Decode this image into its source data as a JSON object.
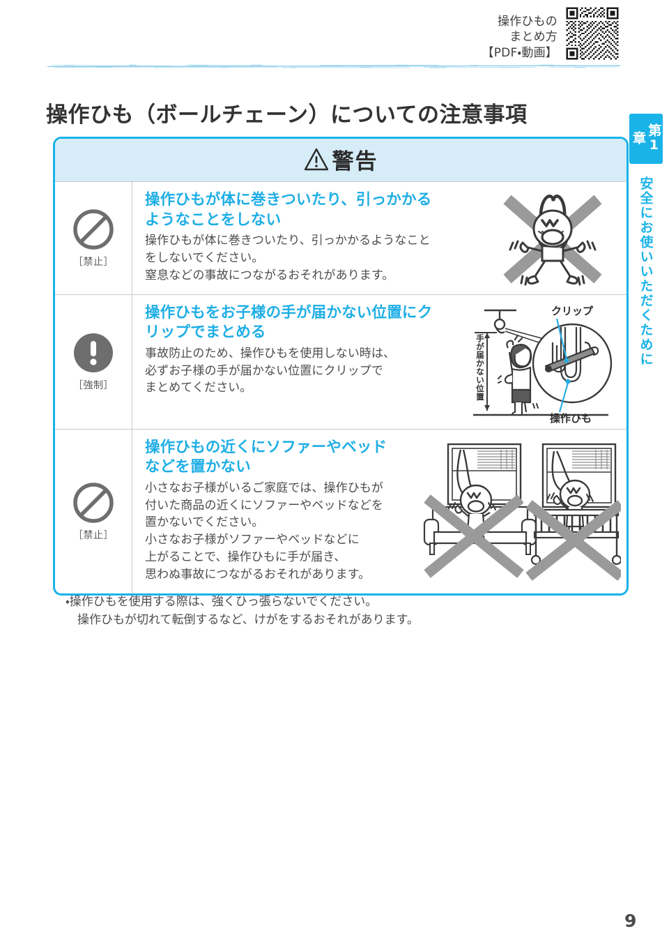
{
  "header": {
    "qr_caption": "操作ひもの\nまとめ方\n【PDF・動画】",
    "qr_icon": "qr-code-icon",
    "divider_icon": "brushed-divider-line"
  },
  "page_title": "操作ひも（ボールチェーン）についての注意事項",
  "chapter_tab": {
    "number": "第1章",
    "label": "安全にお使いいただくために",
    "color": "#19B3E8"
  },
  "warning_box": {
    "header_text": "警告",
    "header_icon": "warning-triangle-icon",
    "header_bg": "#D6EDF8",
    "border_color": "#19B3E8",
    "heading_color": "#1FAEE5",
    "rows": [
      {
        "icon": "prohibition-icon",
        "icon_caption": "［禁止］",
        "heading": "操作ひもが体に巻きついたり、引っかかる\nようなことをしない",
        "body": "操作ひもが体に巻きついたり、引っかかるようなこと\nをしないでください。\n窒息などの事故につながるおそれがあります。",
        "figure": "child-tangled-in-cord-illustration",
        "figure_labels": []
      },
      {
        "icon": "mandatory-icon",
        "icon_caption": "［強制］",
        "heading": "操作ひもをお子様の手が届かない位置にク\nリップでまとめる",
        "body": "事故防止のため、操作ひもを使用しない時は、\n必ずお子様の手が届かない位置にクリップで\nまとめてください。",
        "figure": "clip-bundling-cord-illustration",
        "figure_labels": [
          "クリップ",
          "操作ひも",
          "手が届かない位置"
        ]
      },
      {
        "icon": "prohibition-icon",
        "icon_caption": "［禁止］",
        "heading": "操作ひもの近くにソファーやベッド\nなどを置かない",
        "body": "小さなお子様がいるご家庭では、操作ひもが\n付いた商品の近くにソファーやベッドなどを\n置かないでください。\n小さなお子様がソファーやベッドなどに\n上がることで、操作ひもに手が届き、\n思わぬ事故につながるおそれがあります。",
        "figure": "sofa-and-crib-near-window-illustration",
        "figure_labels": []
      }
    ]
  },
  "footer_note": "・操作ひもを使用する際は、強くひっ張らないでください。\n　操作ひもが切れて転倒するなど、けがをするおそれがあります。",
  "page_number": "9"
}
